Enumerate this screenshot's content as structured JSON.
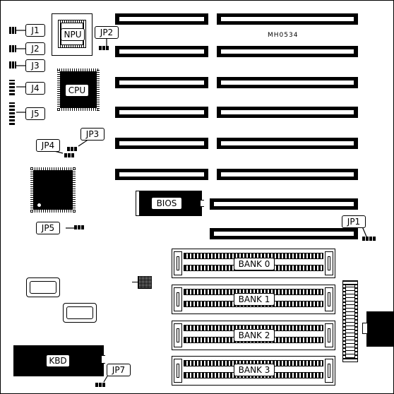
{
  "labels": {
    "j1": "J1",
    "j2": "J2",
    "j3": "J3",
    "j4": "J4",
    "j5": "J5",
    "npu": "NPU",
    "cpu": "CPU",
    "jp1": "JP1",
    "jp2": "JP2",
    "jp3": "JP3",
    "jp4": "JP4",
    "jp5": "JP5",
    "jp7": "JP7",
    "bios": "BIOS",
    "kbd": "KBD",
    "bank0": "BANK 0",
    "bank1": "BANK 1",
    "bank2": "BANK 2",
    "bank3": "BANK 3"
  },
  "board_id": "MH0534"
}
